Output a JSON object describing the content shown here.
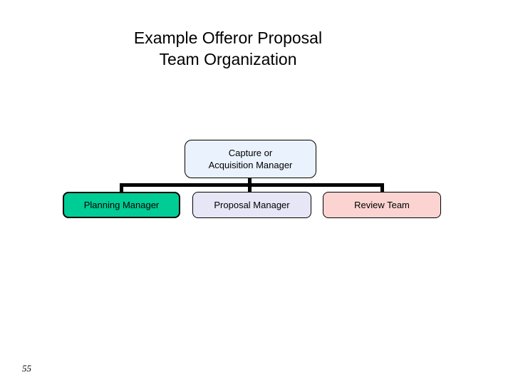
{
  "slide": {
    "title": "Example Offeror Proposal\nTeam Organization",
    "page_number": "55",
    "background_color": "#ffffff"
  },
  "org_chart": {
    "connector_color": "#000000",
    "root": {
      "label": "Capture or\nAcquisition Manager",
      "fill_color": "#eaf2fd",
      "border_color": "#000000"
    },
    "children": [
      {
        "label": "Planning Manager",
        "fill_color": "#00cc96",
        "border_color": "#000000"
      },
      {
        "label": "Proposal Manager",
        "fill_color": "#e6e6f7",
        "border_color": "#000000"
      },
      {
        "label": "Review Team",
        "fill_color": "#fbd4d2",
        "border_color": "#000000"
      }
    ]
  }
}
